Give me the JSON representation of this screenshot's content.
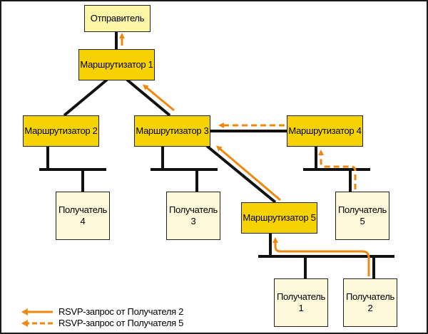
{
  "diagram": {
    "sender": {
      "label": "Отправитель"
    },
    "routers": [
      {
        "id": "r1",
        "label": "Маршрутизатор 1"
      },
      {
        "id": "r2",
        "label": "Маршрутизатор 2"
      },
      {
        "id": "r3",
        "label": "Маршрутизатор 3"
      },
      {
        "id": "r4",
        "label": "Маршрутизатор 4"
      },
      {
        "id": "r5",
        "label": "Маршрутизатор 5"
      }
    ],
    "receivers": [
      {
        "id": "rx1",
        "label": "Получатель",
        "number": "1"
      },
      {
        "id": "rx2",
        "label": "Получатель",
        "number": "2"
      },
      {
        "id": "rx3",
        "label": "Получатель",
        "number": "3"
      },
      {
        "id": "rx4",
        "label": "Получатель",
        "number": "4"
      },
      {
        "id": "rx5",
        "label": "Получатель",
        "number": "5"
      }
    ],
    "links": [
      {
        "from": "Отправитель",
        "to": "Маршрутизатор 1"
      },
      {
        "from": "Маршрутизатор 1",
        "to": "Маршрутизатор 2"
      },
      {
        "from": "Маршрутизатор 1",
        "to": "Маршрутизатор 3"
      },
      {
        "from": "Маршрутизатор 3",
        "to": "Маршрутизатор 4"
      },
      {
        "from": "Маршрутизатор 3",
        "to": "Маршрутизатор 5"
      },
      {
        "from": "Маршрутизатор 2",
        "to": "Получатель 4",
        "via": "bus"
      },
      {
        "from": "Маршрутизатор 3",
        "to": "Получатель 3",
        "via": "bus"
      },
      {
        "from": "Маршрутизатор 4",
        "to": "Получатель 5",
        "via": "bus"
      },
      {
        "from": "Маршрутизатор 5",
        "to": "Получатель 1",
        "via": "bus"
      },
      {
        "from": "Маршрутизатор 5",
        "to": "Получатель 2",
        "via": "bus"
      }
    ],
    "request_paths": [
      {
        "source": "Получатель 2",
        "style": "solid",
        "route": [
          "Получатель 2",
          "Маршрутизатор 5",
          "Маршрутизатор 3",
          "Маршрутизатор 1",
          "Отправитель"
        ]
      },
      {
        "source": "Получатель 5",
        "style": "dashed",
        "route": [
          "Получатель 5",
          "Маршрутизатор 4",
          "Маршрутизатор 3"
        ]
      }
    ]
  },
  "legend": {
    "items": [
      {
        "label": "RSVP-запрос от Получателя 2",
        "style": "solid"
      },
      {
        "label": "RSVP-запрос от Получателя 5",
        "style": "dashed"
      }
    ]
  },
  "colors": {
    "router_fill": "#f6d300",
    "sender_fill": "#fdf6a6",
    "receiver_fill": "#fdf8d9",
    "request_arrow": "#f0870f",
    "link": "#111111"
  }
}
